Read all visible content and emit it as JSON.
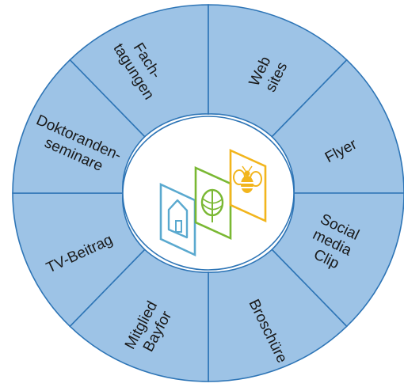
{
  "diagram": {
    "segments": [
      {
        "id": "fachtagungen",
        "lines": [
          "Fach-",
          "tagungen"
        ]
      },
      {
        "id": "websites",
        "lines": [
          "Web",
          "sites"
        ]
      },
      {
        "id": "flyer",
        "lines": [
          "Flyer"
        ]
      },
      {
        "id": "social-media-clip",
        "lines": [
          "Social",
          "media",
          "Clip"
        ]
      },
      {
        "id": "broschuere",
        "lines": [
          "Broschüre"
        ]
      },
      {
        "id": "mitglied-bayfor",
        "lines": [
          "Mitglied",
          "Bayfor"
        ]
      },
      {
        "id": "tv-beitrag",
        "lines": [
          "TV-Beitrag"
        ]
      },
      {
        "id": "doktorandenseminare",
        "lines": [
          "Doktoranden-",
          "seminare"
        ]
      }
    ],
    "colors": {
      "segment_fill": "#9dc3e6",
      "segment_border": "#2e75b6",
      "center_fill": "#ffffff",
      "logo_blue": "#5aa9cf",
      "logo_green": "#7ab833",
      "logo_yellow": "#f2b51c"
    },
    "center_logo": {
      "icons": [
        "house-icon",
        "leaf-icon",
        "bee-icon"
      ]
    }
  }
}
